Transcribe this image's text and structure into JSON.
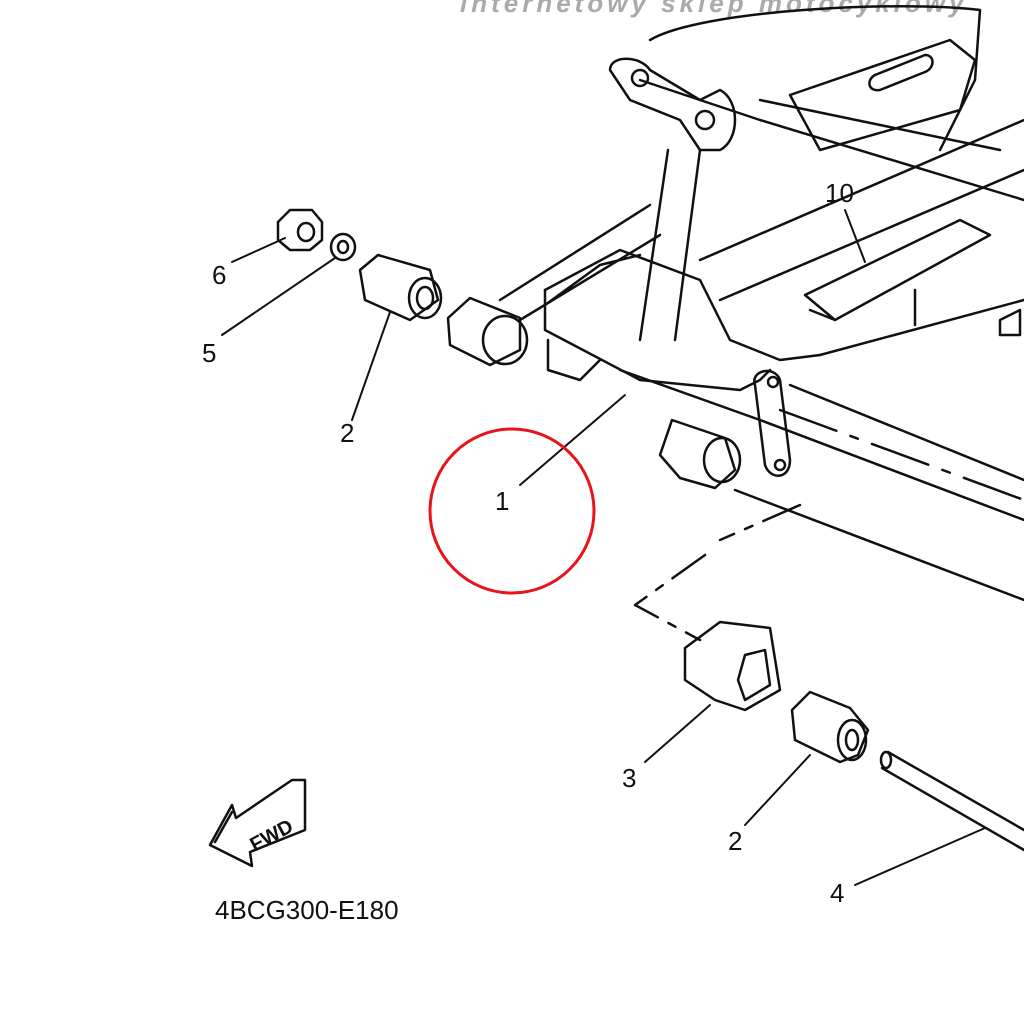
{
  "watermark": "internetowy sklep motocyklowy",
  "diagram_code": "4BCG300-E180",
  "fwd_label": "FWD",
  "callouts": [
    {
      "id": "1",
      "label": "1"
    },
    {
      "id": "2a",
      "label": "2"
    },
    {
      "id": "2b",
      "label": "2"
    },
    {
      "id": "3",
      "label": "3"
    },
    {
      "id": "4",
      "label": "4"
    },
    {
      "id": "5",
      "label": "5"
    },
    {
      "id": "6",
      "label": "6"
    },
    {
      "id": "10",
      "label": "10"
    }
  ],
  "highlight_color": "#e8141b"
}
